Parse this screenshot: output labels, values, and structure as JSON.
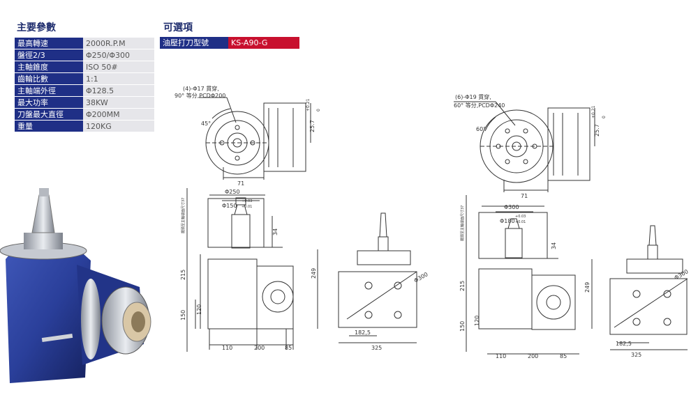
{
  "spec": {
    "title": "主要參數",
    "rows": [
      {
        "label": "最高轉速",
        "value": "2000R.P.M"
      },
      {
        "label": "盤徑2/3",
        "value": "Φ250/Φ300"
      },
      {
        "label": "主軸錐度",
        "value": "ISO 50#"
      },
      {
        "label": "齒輪比數",
        "value": "1:1"
      },
      {
        "label": "主軸端外徑",
        "value": "Φ128.5"
      },
      {
        "label": "最大功率",
        "value": "38KW"
      },
      {
        "label": "刀盤最大直徑",
        "value": "Φ200MM"
      },
      {
        "label": "重量",
        "value": "120KG"
      }
    ]
  },
  "options": {
    "title": "可選項",
    "label": "油壓打刀型號",
    "value": "KS-A90-G"
  },
  "drawing": {
    "left_top": {
      "hole_note1": "(4)-Φ17 貫穿,",
      "hole_note2": "90° 等分,PCDΦ200",
      "angle": "45°",
      "dim_side": "25.7",
      "tol_up": "+0.21",
      "tol_dn": "0",
      "dim_bottom": "71"
    },
    "right_top": {
      "hole_note1": "(6)-Φ19 貫穿,",
      "hole_note2": "60° 等分,PCDΦ240",
      "angle": "60°",
      "dim_side": "25.7",
      "tol_up": "+0.21",
      "tol_dn": "0",
      "dim_bottom": "71"
    },
    "left_front": {
      "vlabel": "擺頭至主軸端面尺寸37",
      "dia_top": "Φ250",
      "dia_inner": "Φ150",
      "tol_up": "+0.03",
      "tol_dn": "+0.01",
      "d34": "34",
      "d215": "215",
      "d249": "249",
      "d150": "150",
      "d120": "120",
      "d110": "110",
      "d200": "200",
      "d85": "85"
    },
    "left_side": {
      "dia": "Φ300",
      "d182": "182,5",
      "d325": "325"
    },
    "right_front": {
      "vlabel": "擺頭至主軸端面尺寸37",
      "dia_top": "Φ300",
      "dia_inner": "Φ180",
      "tol_up": "+0.03",
      "tol_dn": "+0.01",
      "d34": "34",
      "d215": "215",
      "d249": "249",
      "d150": "150",
      "d120": "120",
      "d110": "110",
      "d200": "200",
      "d85": "85"
    },
    "right_side": {
      "dia": "Φ300",
      "d182": "182,5",
      "d325": "325"
    }
  },
  "colors": {
    "primary": "#1f2f86",
    "accent": "#c8102e",
    "row_bg": "#e6e6ea",
    "line": "#333333"
  }
}
